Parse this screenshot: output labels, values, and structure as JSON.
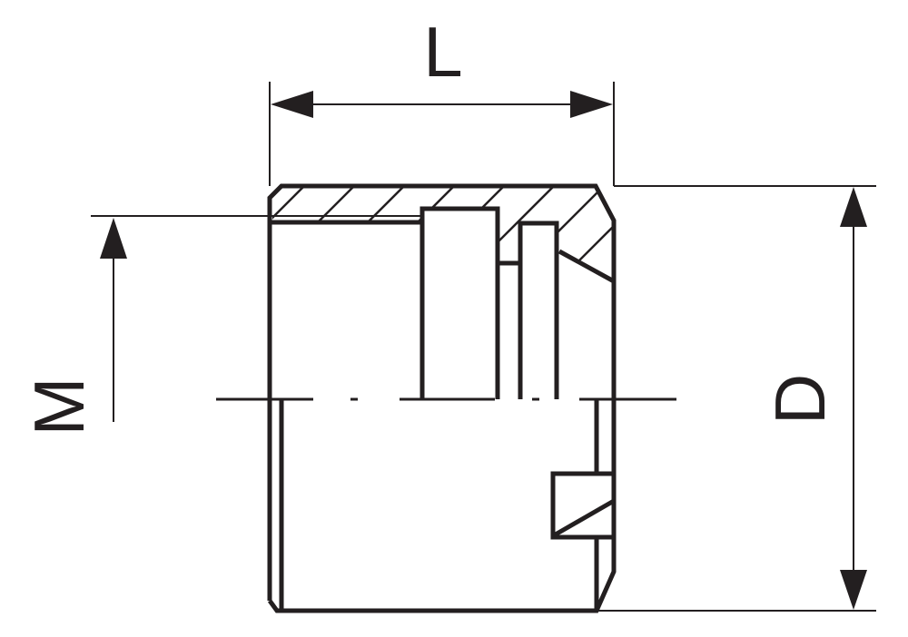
{
  "drawing": {
    "dimension_labels": {
      "length": "L",
      "diameter": "D",
      "thread": "M"
    },
    "line_color": "#231f20",
    "background": "#ffffff"
  }
}
